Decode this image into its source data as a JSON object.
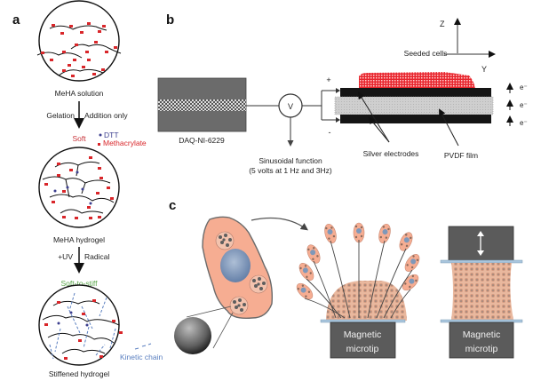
{
  "panel_a": {
    "label": "a",
    "state1_caption": "MeHA solution",
    "step1_left": "Gelation",
    "step1_right": "Addition only",
    "soft_label": "Soft",
    "legend_dtt": "DTT",
    "legend_methacrylate": "Methacrylate",
    "state2_caption": "MeHA hydrogel",
    "step2_left": "+UV",
    "step2_right": "Radical",
    "soft_to_stiff_label": "Soft-to-stiff",
    "kinetic_chain_label": "Kinetic chain",
    "state3_caption": "Stiffened hydrogel",
    "colors": {
      "methacrylate": "#d9262a",
      "dtt": "#3c3f8f",
      "soft": "#c8343a",
      "soft_to_stiff": "#5aa64a",
      "kinetic_chain": "#5a7fc0"
    }
  },
  "panel_b": {
    "label": "b",
    "daq_label": "DAQ-NI-6229",
    "voltmeter_symbol": "V",
    "signal_line1": "Sinusoidal function",
    "signal_line2": "(5 volts at 1 Hz and 3Hz)",
    "plus_terminal": "+",
    "minus_terminal": "-",
    "seeded_cells_label": "Seeded cells",
    "axis_z": "Z",
    "axis_y": "Y",
    "silver_electrodes_label": "Silver electrodes",
    "pvdf_label": "PVDF film",
    "electron_labels": [
      "e⁻",
      "e⁻",
      "e⁻"
    ],
    "colors": {
      "cells": "#e8262e",
      "electrode": "#151515",
      "pvdf": "#c9c9c9",
      "daq": "#6b6b6b"
    }
  },
  "panel_c": {
    "label": "c",
    "magnet1_line1": "Magnetic",
    "magnet1_line2": "microtip",
    "magnet2_line1": "Magnetic",
    "magnet2_line2": "microtip",
    "colors": {
      "cell": "#f6ad92",
      "nucleus": "#7f98b9",
      "magnet": "#5b5b5b",
      "plate": "#a9c6de"
    }
  }
}
